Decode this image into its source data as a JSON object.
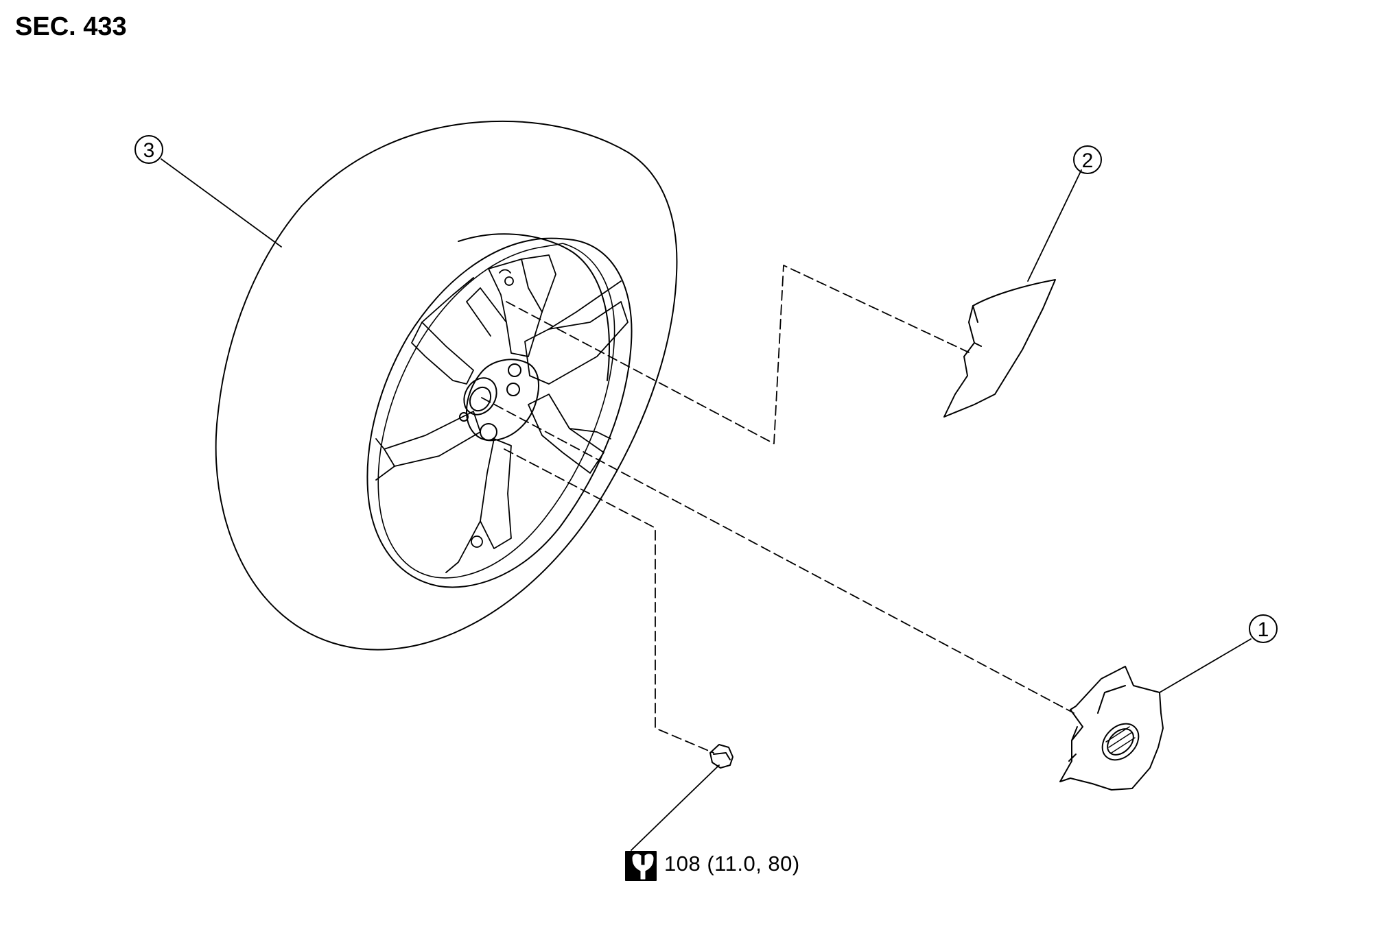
{
  "section_label": "SEC. 433",
  "callouts": [
    {
      "id": "callout-1",
      "label": "1",
      "part": "wheel-center-cap"
    },
    {
      "id": "callout-2",
      "label": "2",
      "part": "balance-weight"
    },
    {
      "id": "callout-3",
      "label": "3",
      "part": "tire-and-wheel"
    }
  ],
  "torque": {
    "icon": "torque-wrench-icon",
    "text": "108 (11.0, 80)"
  },
  "colors": {
    "line": "#000000",
    "background": "#ffffff"
  }
}
